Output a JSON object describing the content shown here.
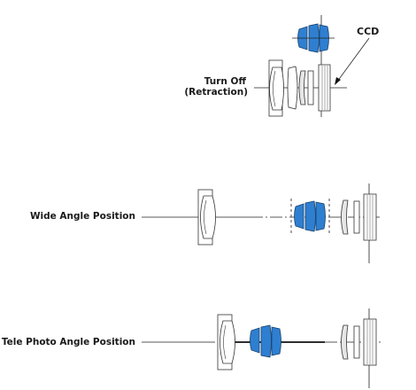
{
  "labels": {
    "ccd": "CCD",
    "turn_off_line1": "Turn Off",
    "turn_off_line2": "(Retraction)",
    "wide": "Wide Angle Position",
    "tele": "Tele Photo Angle Position"
  },
  "colors": {
    "blue_lens_group": "#2f7fd1",
    "blue_lens_outline": "#16406b",
    "line": "#222222"
  }
}
